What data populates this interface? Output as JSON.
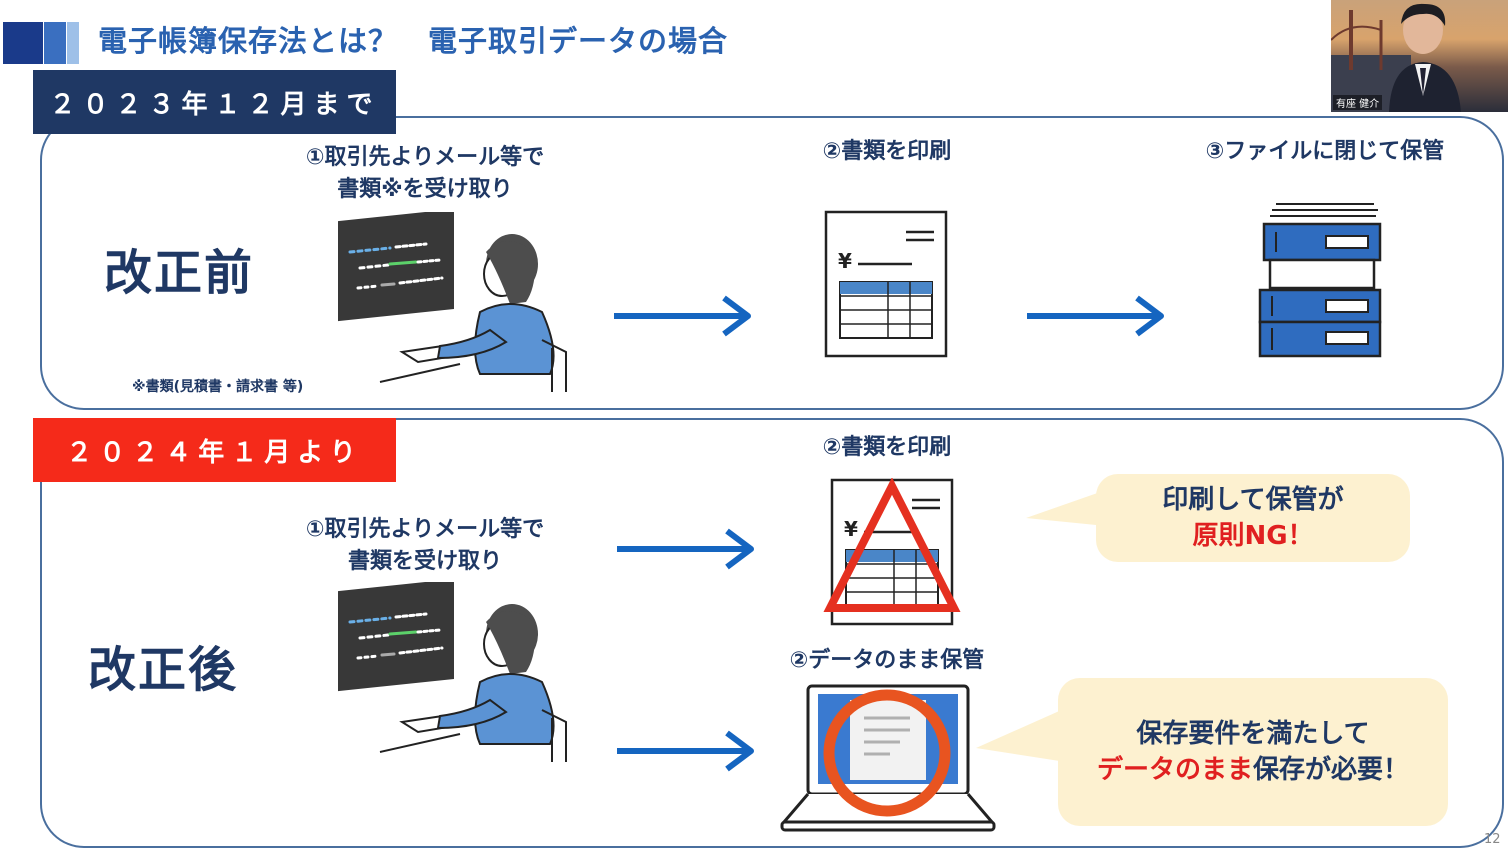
{
  "header": {
    "title": "電子帳簿保存法とは？　電子取引データの場合"
  },
  "before": {
    "period": "２０２３年１２月まで",
    "label": "改正前",
    "step1_line1": "①取引先よりメール等で",
    "step1_line2": "書類※を受け取り",
    "step2": "②書類を印刷",
    "step3": "③ファイルに閉じて保管",
    "note": "※書類(見積書・請求書 等)"
  },
  "after": {
    "period": "２０２４年１月より",
    "label": "改正後",
    "step1_line1": "①取引先よりメール等で",
    "step1_line2": "書類を受け取り",
    "step2_print": "②書類を印刷",
    "step2_data": "②データのまま保管",
    "bubble1_line1": "印刷して保管が",
    "bubble1_line2": "原則NG！",
    "bubble2_line1": "保存要件を満たして",
    "bubble2_red": "データのまま",
    "bubble2_dark": "保存が必要！"
  },
  "presenter": {
    "name": "有座 健介"
  },
  "page_number": "12",
  "icons": [
    "computer-user-icon",
    "invoice-icon",
    "file-boxes-icon",
    "arrow-right-icon",
    "warning-triangle-icon",
    "laptop-icon",
    "ok-circle-icon"
  ],
  "colors": {
    "accent": "#2a62b0",
    "navy": "#1f3864",
    "red_tag": "#f52a1a",
    "arrow": "#1565c0",
    "bubble": "#fdf1d0",
    "warning": "#e53020"
  }
}
